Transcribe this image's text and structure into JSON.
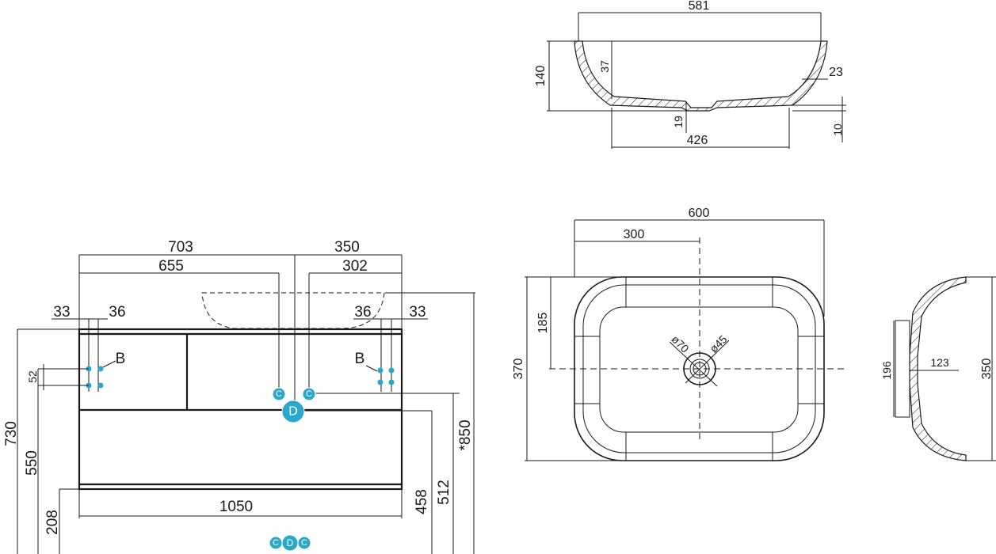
{
  "front_view": {
    "dims": {
      "width_703": "703",
      "width_350": "350",
      "width_655": "655",
      "width_302": "302",
      "left_33": "33",
      "left_36": "36",
      "right_36": "36",
      "right_33": "33",
      "spacing_52": "52",
      "total_1050": "1050",
      "height_730": "730",
      "height_550": "550",
      "height_208": "208",
      "height_458": "458",
      "height_512": "512",
      "height_850": "*850"
    },
    "labels": {
      "b_left": "B",
      "b_right": "B"
    },
    "markers": {
      "c_left": "C",
      "c_right": "C",
      "d_main": "D",
      "legend_c1": "C",
      "legend_d": "D",
      "legend_c2": "C"
    }
  },
  "sink_side_view": {
    "dims": {
      "width_581": "581",
      "height_140": "140",
      "depth_37": "37",
      "rim_23": "23",
      "base_19": "19",
      "base_10": "10",
      "base_426": "426"
    }
  },
  "sink_top_view": {
    "dims": {
      "width_600": "600",
      "width_300": "300",
      "height_370": "370",
      "height_185": "185",
      "diameter_70": "ø70",
      "diameter_45": "ø45"
    }
  },
  "sink_end_view": {
    "dims": {
      "height_350": "350",
      "height_196": "196",
      "depth_123": "123"
    }
  },
  "colors": {
    "line": "#1a1a1a",
    "marker": "#29a8c9"
  }
}
